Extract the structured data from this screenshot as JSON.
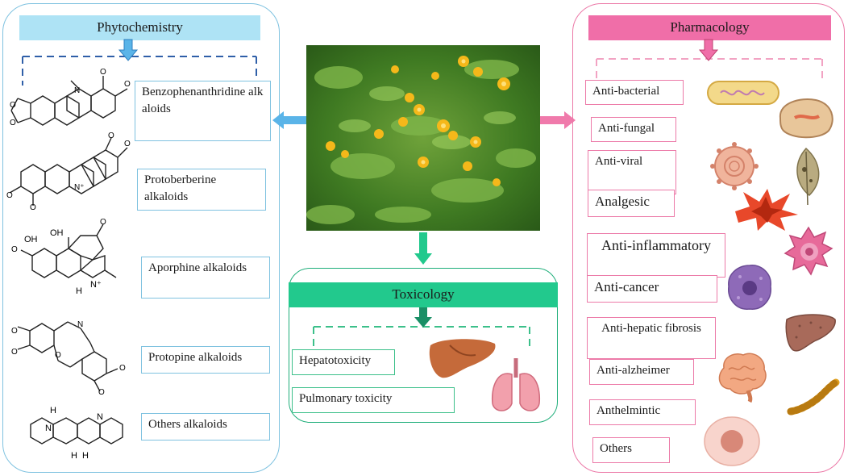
{
  "phytochemistry": {
    "title": "Phytochemistry",
    "classes": [
      {
        "label": "Benzophenanthridine alkaloids"
      },
      {
        "label": "Protoberberine alkaloids"
      },
      {
        "label": "Aporphine alkaloids"
      },
      {
        "label": "Protopine alkaloids"
      },
      {
        "label": "Others alkaloids"
      }
    ]
  },
  "pharmacology": {
    "title": "Pharmacology",
    "activities": [
      "Anti-bacterial",
      "Anti-fungal",
      "Anti-viral",
      "Analgesic",
      "Anti-inflammatory",
      "Anti-cancer",
      "Anti-hepatic fibrosis",
      "Anti-alzheimer",
      "Anthelmintic",
      "Others"
    ]
  },
  "toxicology": {
    "title": "Toxicology",
    "items": [
      "Hepatotoxicity",
      "Pulmonary toxicity"
    ]
  },
  "colors": {
    "phyto_border": "#7fc2e0",
    "phyto_title_bg": "#aee3f5",
    "pharm_border": "#ec7aa8",
    "pharm_title_bg": "#f06ea8",
    "tox_border": "#1fae7a",
    "tox_title_bg": "#22c98d",
    "arrow_blue": "#5ab4e8",
    "arrow_pink": "#f07aab",
    "arrow_green": "#22c98d"
  },
  "icons": [
    "bacterium-icon",
    "fungus-icon",
    "virus-icon",
    "leaf-icon",
    "pain-burst-icon",
    "immune-cell-icon",
    "cancer-cell-icon",
    "liver-icon",
    "brain-icon",
    "worm-icon",
    "cell-icon",
    "lungs-icon",
    "plant-photo"
  ]
}
